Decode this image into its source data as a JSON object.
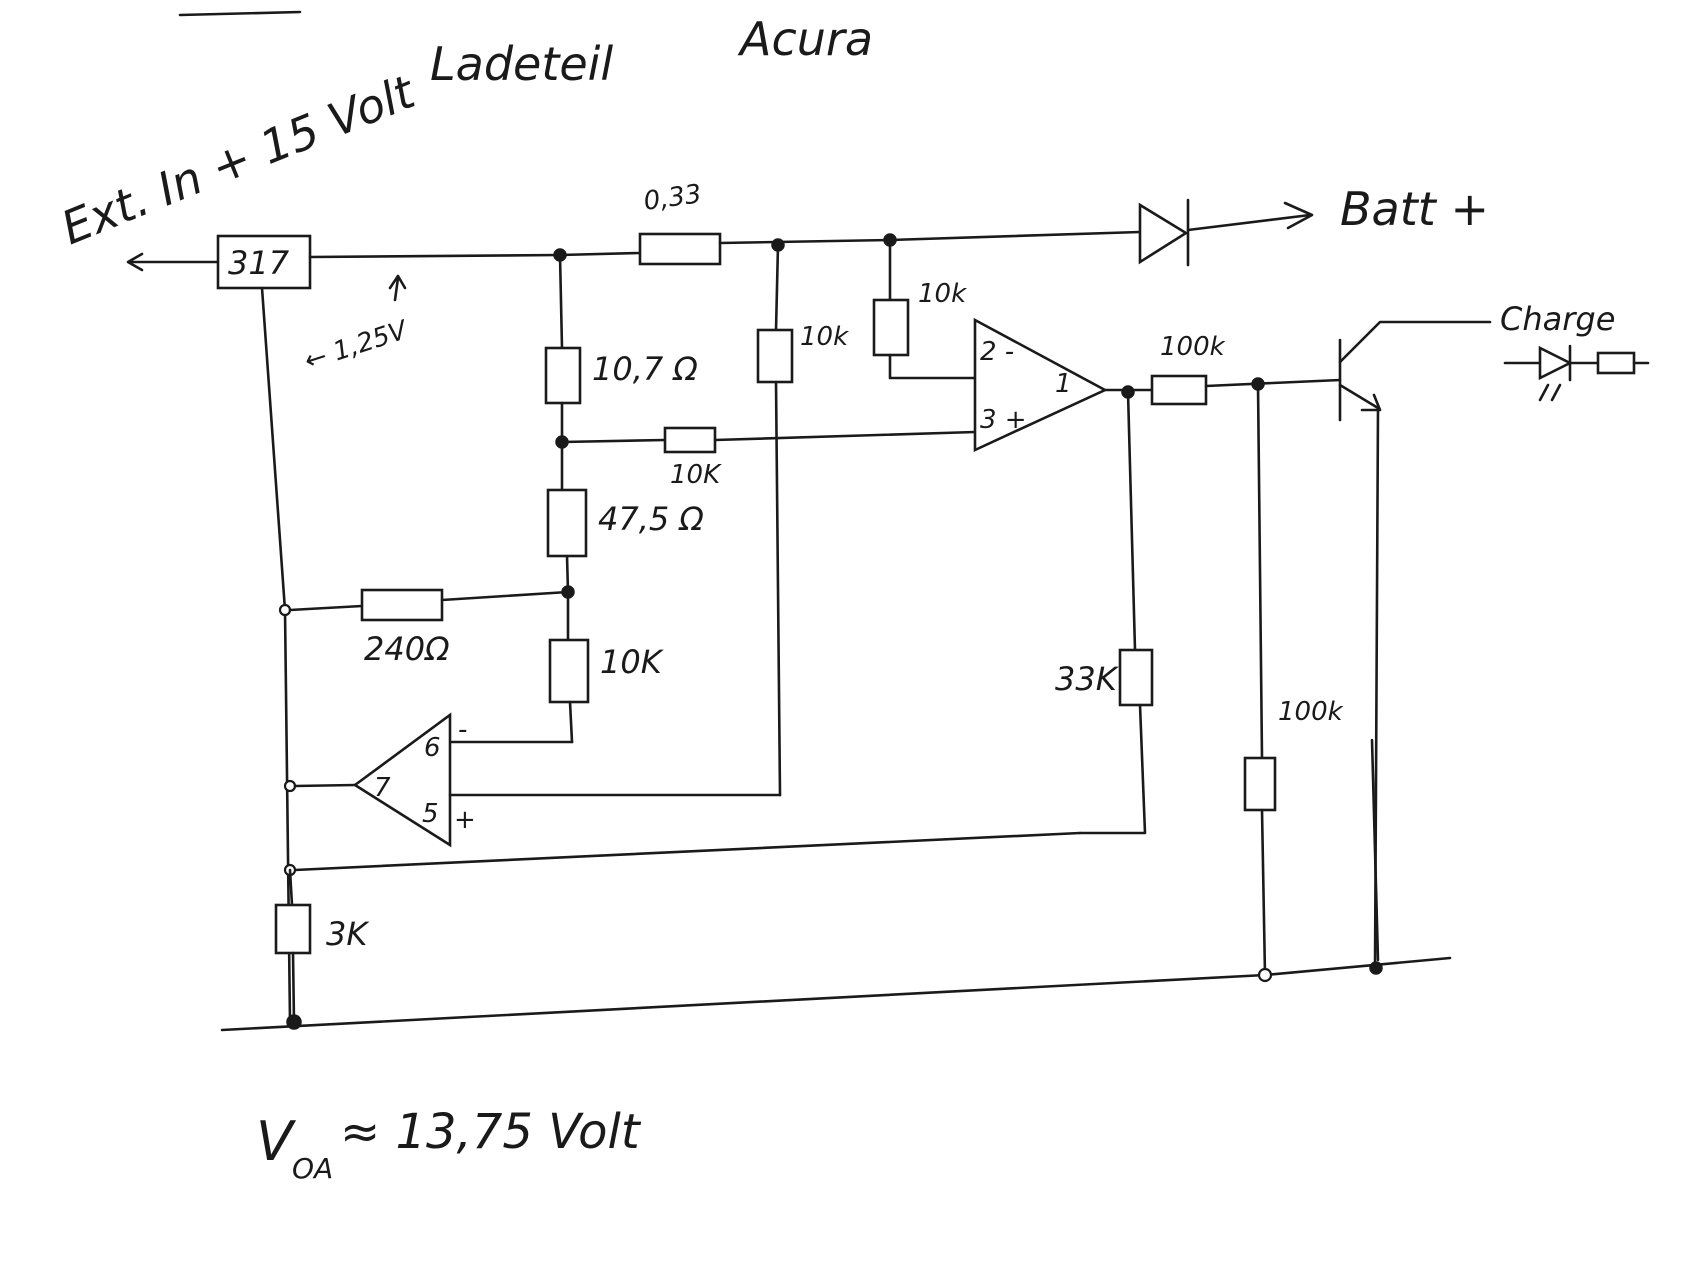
{
  "diagram": {
    "title_left": "Ladeteil",
    "title_right": "Acura",
    "input_label": "Ext. In + 15 Volt",
    "regulator_label": "317",
    "ref_voltage_label": "← 1,25V",
    "output_label": "Batt +",
    "charge_label": "Charge",
    "formula_v": "V",
    "formula_sub": "OA",
    "formula_rest": "≈ 13,75 Volt",
    "resistors": {
      "r_shunt": "0,33",
      "r_top_right": "10k",
      "r_mid": "10k",
      "r_div_top": "10,7 Ω",
      "r_series_plus": "10K",
      "r_div_mid": "47,5 Ω",
      "r_adj": "240Ω",
      "r_div_bottom": "10K",
      "r_bottom_left": "3K",
      "r_out": "100k",
      "r_fb": "33K",
      "r_pulldown": "100k"
    },
    "opamp_top_pins": {
      "inv": "2 -",
      "noninv": "3 +",
      "out": "1"
    },
    "opamp_bottom_pins": {
      "inv_num": "6",
      "inv_sign": "-",
      "noninv_num": "5",
      "noninv_sign": "+",
      "out": "7"
    }
  },
  "colors": {
    "ink": "#1a1a1a",
    "paper": "#ffffff"
  }
}
